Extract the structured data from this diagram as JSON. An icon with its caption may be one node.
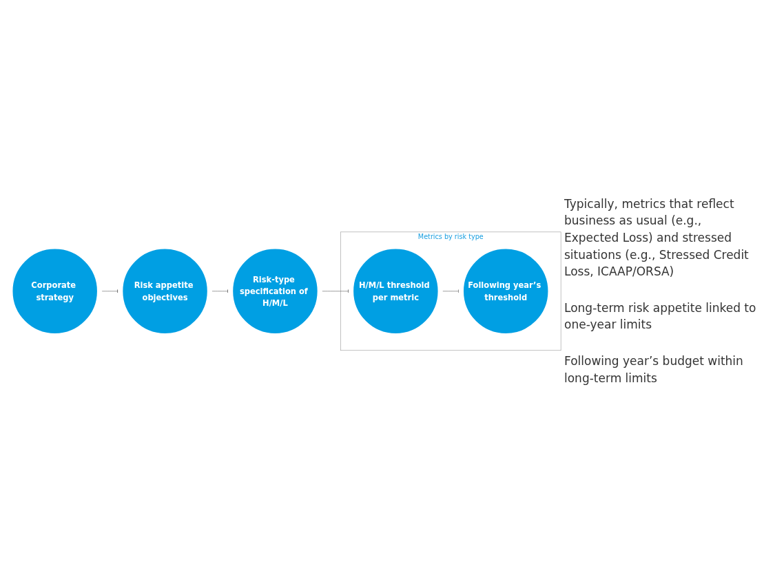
{
  "diagram": {
    "nodes": [
      {
        "text": [
          "Corporate strategy"
        ]
      },
      {
        "text": [
          "Risk appetite objectives"
        ]
      },
      {
        "text": [
          "Risk-type specification of H/M/L"
        ]
      },
      {
        "text": [
          "Metrics by risk type"
        ]
      },
      {
        "text": [
          "H/M/L threshold per metric"
        ],
        "in": 3
      },
      {
        "text": [
          "Following year’s threshold"
        ],
        "in": 3
      }
    ],
    "edges": [
      {
        "from": 0,
        "to": 1,
        "arrow": "to"
      },
      {
        "from": 1,
        "to": 2,
        "arrow": "to"
      },
      {
        "from": 2,
        "to": 4,
        "arrow": "to"
      },
      {
        "from": 4,
        "to": 5,
        "arrow": "to"
      }
    ],
    "labels": [
      "Typically, metrics that reflect business as usual (e.g., Expected Loss) and stressed situations (e.g., Stressed Credit Loss, ICAAP/ORSA)",
      "Long-term risk appetite linked to one-year limits",
      "Following year’s budget within long-term limits"
    ]
  }
}
